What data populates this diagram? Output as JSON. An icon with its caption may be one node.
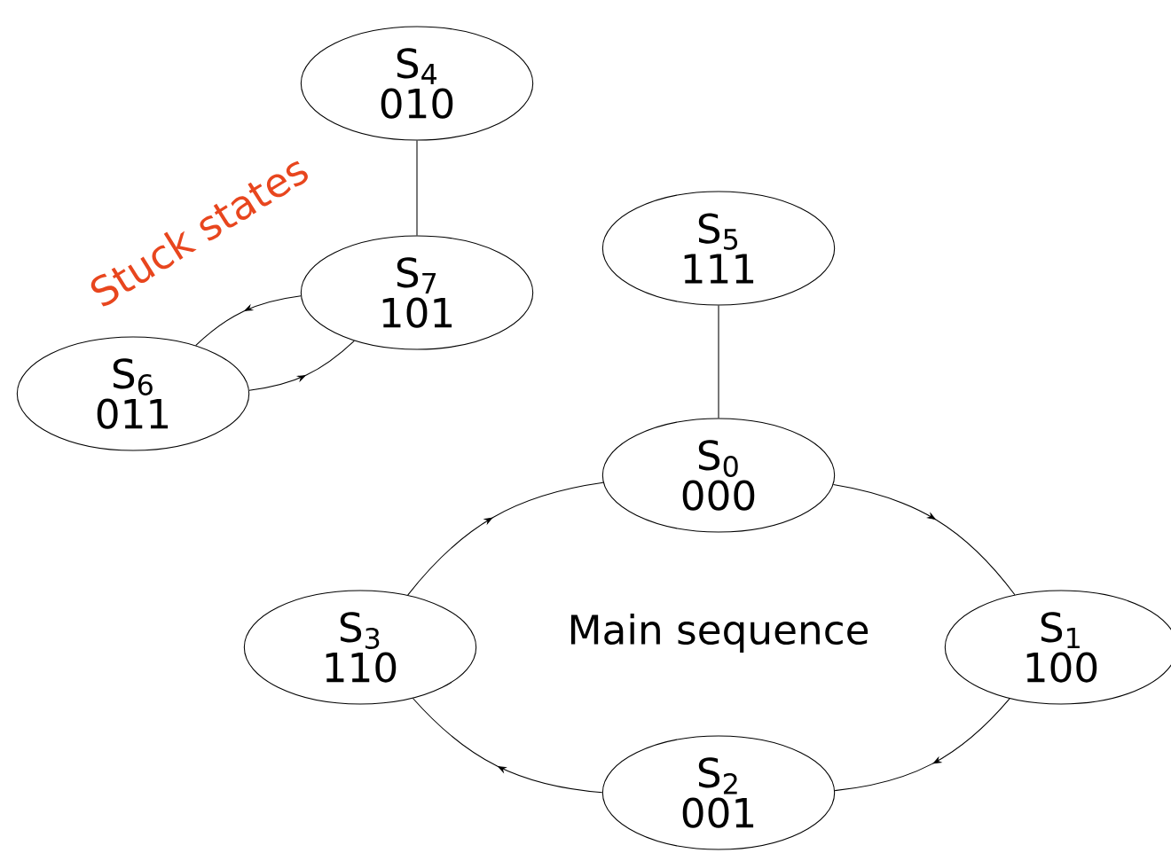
{
  "diagram": {
    "nodes": [
      {
        "text": [
          "S$_{4}$",
          "010"
        ]
      },
      {
        "text": [
          "S$_{7}$",
          "101"
        ]
      },
      {
        "text": [
          "S$_{6}$",
          "011"
        ]
      },
      {
        "text": [
          "S$_{5}$",
          "111"
        ]
      },
      {
        "text": [
          "S$_{0}$",
          "000"
        ]
      },
      {
        "text": [
          "S$_{3}$",
          "110"
        ]
      },
      {
        "text": [
          "S$_{1}$",
          "100"
        ]
      },
      {
        "text": [
          "S$_{2}$",
          "001"
        ]
      }
    ],
    "edges": [
      {
        "from": 0,
        "to": 1,
        "arrow": "none"
      },
      {
        "from": 1,
        "to": 2,
        "arrow": "to"
      },
      {
        "from": 2,
        "to": 1,
        "arrow": "to"
      },
      {
        "from": 3,
        "to": 4,
        "arrow": "none"
      },
      {
        "from": 4,
        "to": 6,
        "arrow": "to"
      },
      {
        "from": 6,
        "to": 7,
        "arrow": "to"
      },
      {
        "from": 7,
        "to": 5,
        "arrow": "to"
      },
      {
        "from": 5,
        "to": 4,
        "arrow": "to"
      }
    ],
    "labels": [
      "Stuck states",
      "Main sequence"
    ]
  }
}
